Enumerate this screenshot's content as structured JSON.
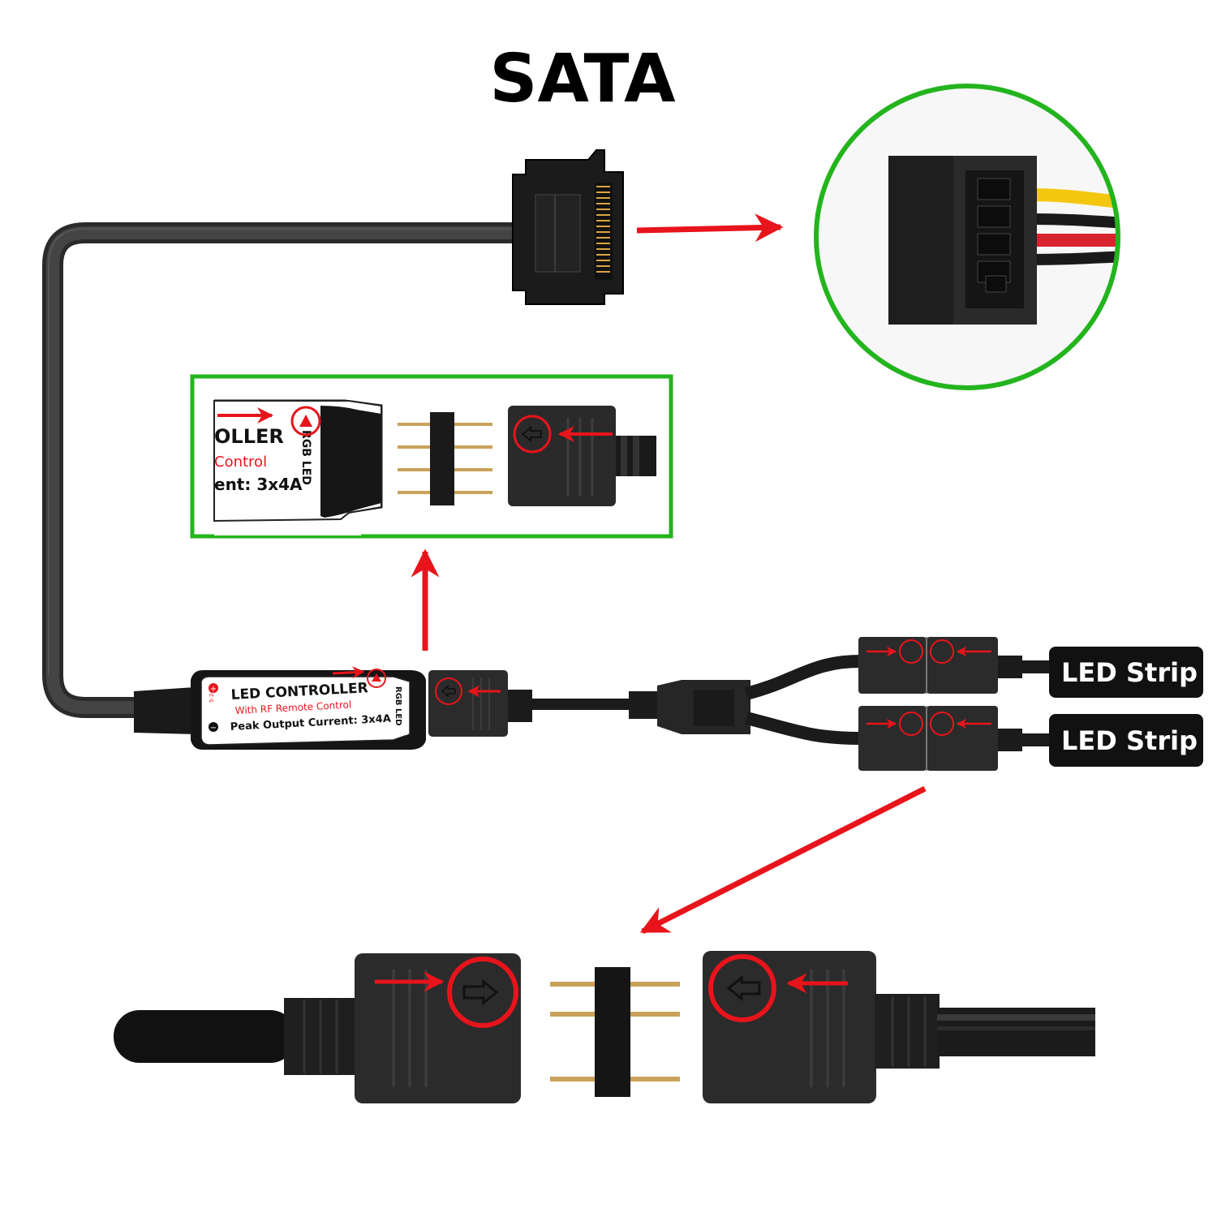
{
  "title": "SATA",
  "controller": {
    "name": "LED CONTROLLER",
    "subtitle": "With RF Remote Control",
    "voltage": "5-24V",
    "current": "Peak Output Current: 3x4A",
    "side_label": "RGB LED"
  },
  "zoom_controller": {
    "name_fragment": "OLLER",
    "subtitle_fragment": "Control",
    "current_fragment": "ent: 3x4A",
    "side_label": "RGB LED"
  },
  "led_strips": [
    {
      "label": "LED Strip"
    },
    {
      "label": "LED Strip"
    }
  ],
  "colors": {
    "arrow": "#e8141b",
    "highlight_box": "#23b41e",
    "connector": "#2b2b2b",
    "cable": "#111111",
    "wire_yellow": "#f4c70f",
    "wire_red": "#d7232d",
    "wire_black": "#1a1a1a"
  },
  "icons": [
    "arrow-icon",
    "direction-arrow-icon",
    "warning-triangle-icon",
    "plus-icon",
    "minus-icon"
  ]
}
